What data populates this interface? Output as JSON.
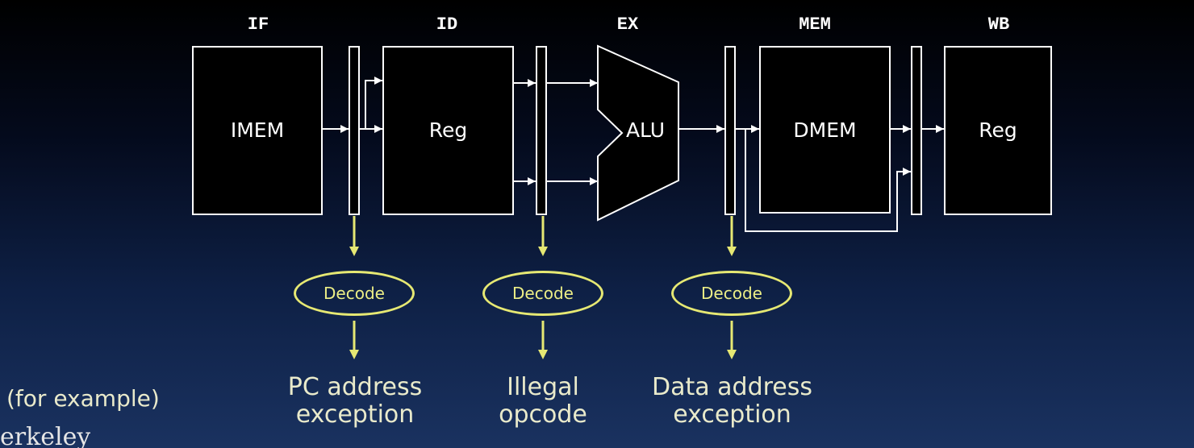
{
  "stages": [
    "IF",
    "ID",
    "EX",
    "MEM",
    "WB"
  ],
  "boxes": {
    "imem": "IMEM",
    "reg_read": "Reg",
    "alu": "ALU",
    "dmem": "DMEM",
    "reg_write": "Reg"
  },
  "decode_label": "Decode",
  "exceptions": {
    "pc": "PC address\nexception",
    "illegal": "Illegal\nopcode",
    "data": "Data address\nexception"
  },
  "note": "(for example)",
  "logo": "erkeley",
  "colors": {
    "wire": "#ffffff",
    "decode": "#e6e873",
    "exception_text": "#e9eacb"
  }
}
